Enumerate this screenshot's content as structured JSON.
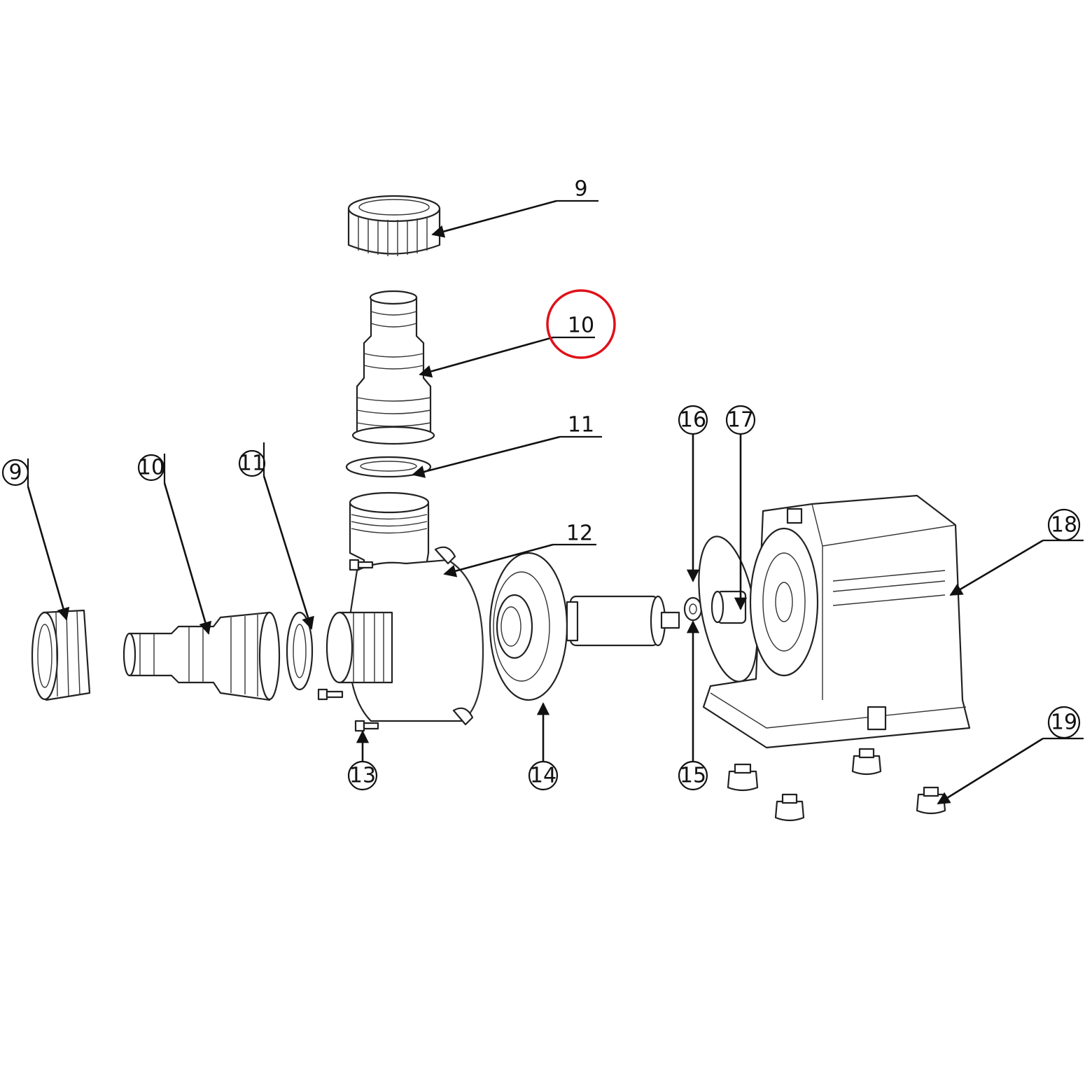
{
  "diagram": {
    "callouts": [
      {
        "id": "9-top",
        "text": "9"
      },
      {
        "id": "10-top",
        "text": "10"
      },
      {
        "id": "11-top",
        "text": "11"
      },
      {
        "id": "9-left",
        "text": "9"
      },
      {
        "id": "10-left",
        "text": "10"
      },
      {
        "id": "11-left",
        "text": "11"
      },
      {
        "id": "12",
        "text": "12"
      },
      {
        "id": "13",
        "text": "13"
      },
      {
        "id": "14",
        "text": "14"
      },
      {
        "id": "15",
        "text": "15"
      },
      {
        "id": "16",
        "text": "16"
      },
      {
        "id": "17",
        "text": "17"
      },
      {
        "id": "18",
        "text": "18"
      },
      {
        "id": "19",
        "text": "19"
      }
    ],
    "highlight": {
      "target": "10-top",
      "color": "#e0101a"
    }
  }
}
